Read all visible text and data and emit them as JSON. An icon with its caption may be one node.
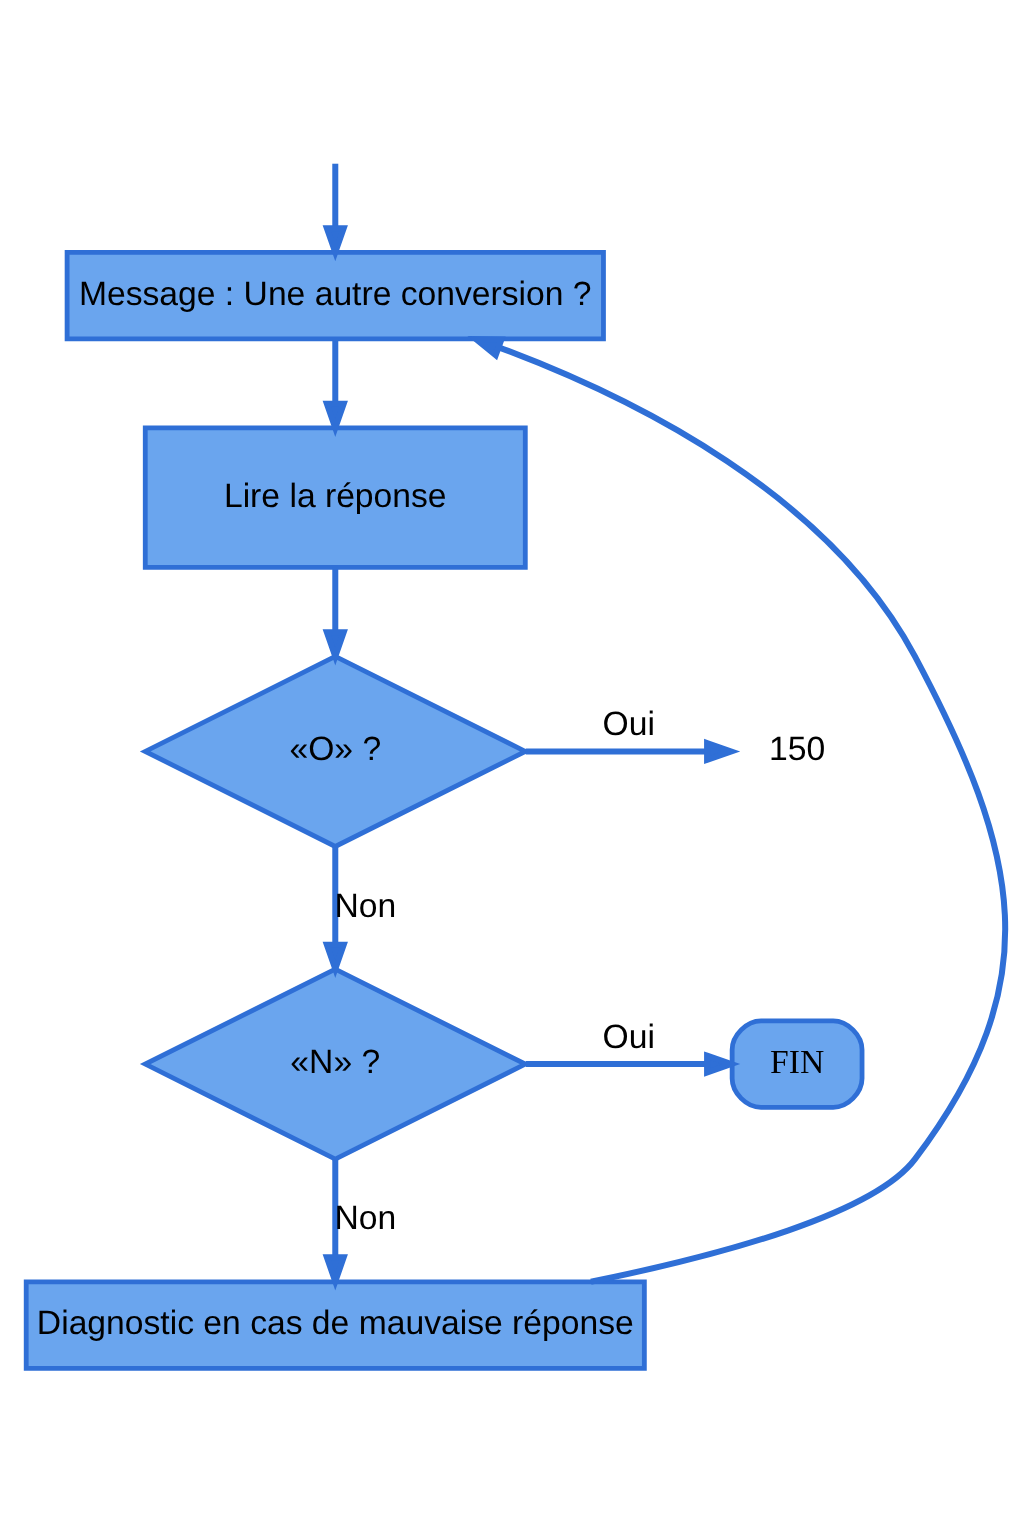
{
  "diagram": {
    "nodes": [
      {
        "text": [
          "Message : Une autre conversion ?"
        ]
      },
      {
        "text": [
          "Lire la réponse"
        ]
      },
      {
        "text": [
          "«O» ?"
        ]
      },
      {
        "text": [
          "150"
        ]
      },
      {
        "text": [
          "«N» ?"
        ]
      },
      {
        "text": [
          "FIN"
        ]
      },
      {
        "text": [
          "Diagnostic en cas de mauvaise réponse"
        ]
      }
    ],
    "edges": [
      {
        "from": null,
        "to": 0,
        "arrow": "to"
      },
      {
        "from": 0,
        "to": 1,
        "arrow": "to"
      },
      {
        "from": 1,
        "to": 2,
        "arrow": "to"
      },
      {
        "from": 2,
        "to": 3,
        "arrow": "to",
        "label": "Oui"
      },
      {
        "from": 2,
        "to": 4,
        "arrow": "to",
        "label": "Non"
      },
      {
        "from": 4,
        "to": 5,
        "arrow": "to",
        "label": "Oui"
      },
      {
        "from": 4,
        "to": 6,
        "arrow": "to",
        "label": "Non"
      },
      {
        "from": 6,
        "to": 0,
        "arrow": "to"
      }
    ]
  }
}
